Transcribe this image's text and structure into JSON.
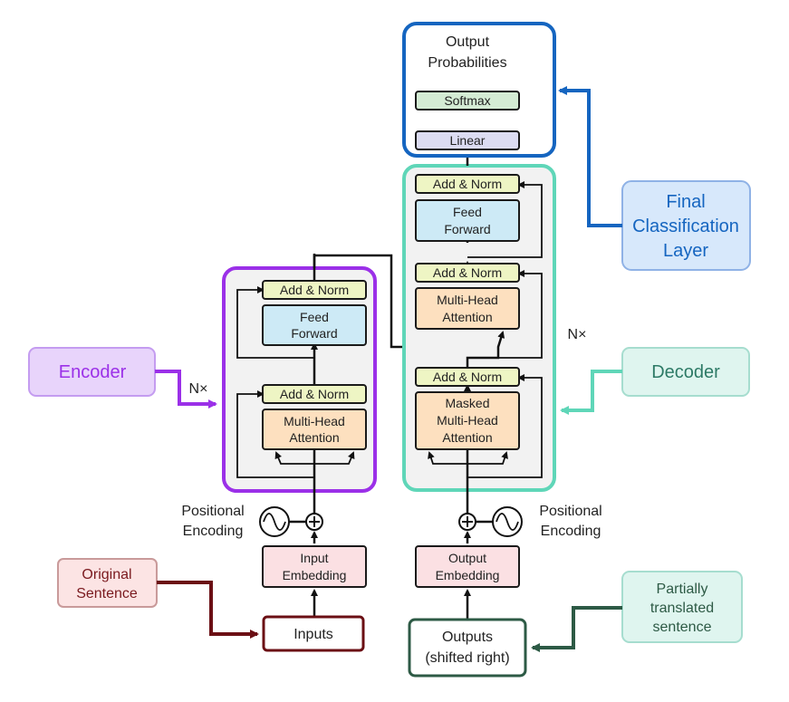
{
  "encoder": {
    "add_norm_top": "Add & Norm",
    "ff_line1": "Feed",
    "ff_line2": "Forward",
    "add_norm_bottom": "Add & Norm",
    "mha_line1": "Multi-Head",
    "mha_line2": "Attention",
    "repeat": "N×"
  },
  "decoder": {
    "add_norm_top": "Add & Norm",
    "ff_line1": "Feed",
    "ff_line2": "Forward",
    "add_norm_mid": "Add & Norm",
    "mha_line1": "Multi-Head",
    "mha_line2": "Attention",
    "add_norm_bottom": "Add & Norm",
    "masked_line1": "Masked",
    "masked_line2": "Multi-Head",
    "masked_line3": "Attention",
    "repeat": "N×"
  },
  "output_head": {
    "title_line1": "Output",
    "title_line2": "Probabilities",
    "softmax": "Softmax",
    "linear": "Linear"
  },
  "inputs_side": {
    "pos_line1": "Positional",
    "pos_line2": "Encoding",
    "embed_line1": "Input",
    "embed_line2": "Embedding",
    "inputs": "Inputs"
  },
  "outputs_side": {
    "pos_line1": "Positional",
    "pos_line2": "Encoding",
    "embed_line1": "Output",
    "embed_line2": "Embedding",
    "outputs_line1": "Outputs",
    "outputs_line2": "(shifted right)"
  },
  "callouts": {
    "encoder": "Encoder",
    "decoder": "Decoder",
    "final_line1": "Final",
    "final_line2": "Classification",
    "final_line3": "Layer",
    "original_line1": "Original",
    "original_line2": "Sentence",
    "partial_line1": "Partially",
    "partial_line2": "translated",
    "partial_line3": "sentence"
  },
  "colors": {
    "encoder_border": "#9b30e8",
    "decoder_border": "#5fd6b8",
    "classifier_border": "#1565c0",
    "add_norm_fill": "#eef5c4",
    "feed_forward_fill": "#cdeaf6",
    "attention_fill": "#fde0bf",
    "embedding_fill": "#fbe0e3",
    "softmax_fill": "#d4ecd4",
    "linear_fill": "#dcdcf2"
  }
}
